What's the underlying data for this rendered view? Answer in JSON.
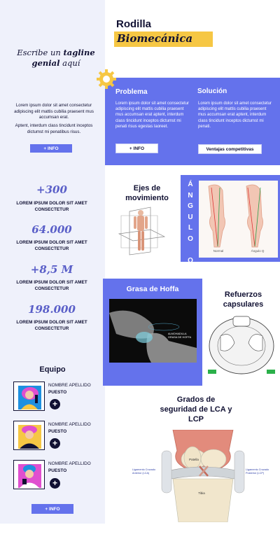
{
  "header": {
    "title_line1": "Rodilla",
    "title_line2": "Biomecánica"
  },
  "tagline": {
    "prefix": "Escribe un ",
    "bold": "tagline genial",
    "suffix": " aquí"
  },
  "left_intro": {
    "paragraph1": "Lorem ipsum dolor sit amet consectetur adipiscing elit mattis cubilia praesent mus accumsan erat.",
    "paragraph2": "Aptent, interdum class tincidunt inceptos dictumst mi penatibus risus.",
    "button": "+ INFO"
  },
  "stats": [
    {
      "value": "+300",
      "label": "LOREM IPSUM DOLOR SIT AMET CONSECTETUR"
    },
    {
      "value": "64.000",
      "label": "LOREM IPSUM DOLOR SIT AMET CONSECTETUR"
    },
    {
      "value": "+8,5 M",
      "label": "LOREM IPSUM DOLOR SIT AMET CONSECTETUR"
    },
    {
      "value": "198.000",
      "label": "LOREM IPSUM DOLOR SIT AMET CONSECTETUR"
    }
  ],
  "team": {
    "title": "Equipo",
    "members": [
      {
        "name": "NOMBRE APELLIDO",
        "role": "PUESTO",
        "avatar_icon": "person-avatar-icon"
      },
      {
        "name": "NOMBRE APELLIDO",
        "role": "PUESTO",
        "avatar_icon": "person-avatar-icon"
      },
      {
        "name": "NOMBRE APELLIDO",
        "role": "PUESTO",
        "avatar_icon": "person-avatar-icon"
      }
    ],
    "plus": "+",
    "button": "+ INFO"
  },
  "problem": {
    "title": "Problema",
    "text": "Lorem ipsum dolor sit amet consectetur adipiscing elit mattis cubilia praesent mus accumsan erat aptent, interdum class tincidunt inceptos dictumst mi penati risus egestas laoreet.",
    "button": "+ INFO"
  },
  "solution": {
    "title": "Solución",
    "text": "Lorem ipsum dolor sit amet consectetur adipiscing elit mattis cubilia praesent mus accumsan erat aptent, interdum class tincidunt inceptos dictumst mi penati.",
    "button": "Ventajas competitivas"
  },
  "sections": {
    "axes": "Ejes de movimiento",
    "angle_letters": [
      "Á",
      "N",
      "G",
      "U",
      "L",
      "O",
      "",
      "Q"
    ],
    "hoffa": "Grasa de Hoffa",
    "capsular": "Refuerzos capsulares",
    "lca": "Grados de seguridad de LCA y LCP"
  },
  "image_labels": {
    "angle_left": "Normal",
    "angle_right": "Ángulo Q",
    "hoffa_caption": "ALMOHADILLA GRASA DE HOFFA",
    "lca_patella": "Patella",
    "lca_tibia": "Tibia",
    "lca_left_ligament": "Ligamento Cruzado Anterior (LCA)",
    "lca_right_ligament": "Ligamento Cruzado Posterior (LCP)"
  },
  "colors": {
    "accent": "#6472ec",
    "highlight": "#f6c744",
    "dark": "#111133",
    "panel_bg": "#eff1fb"
  }
}
